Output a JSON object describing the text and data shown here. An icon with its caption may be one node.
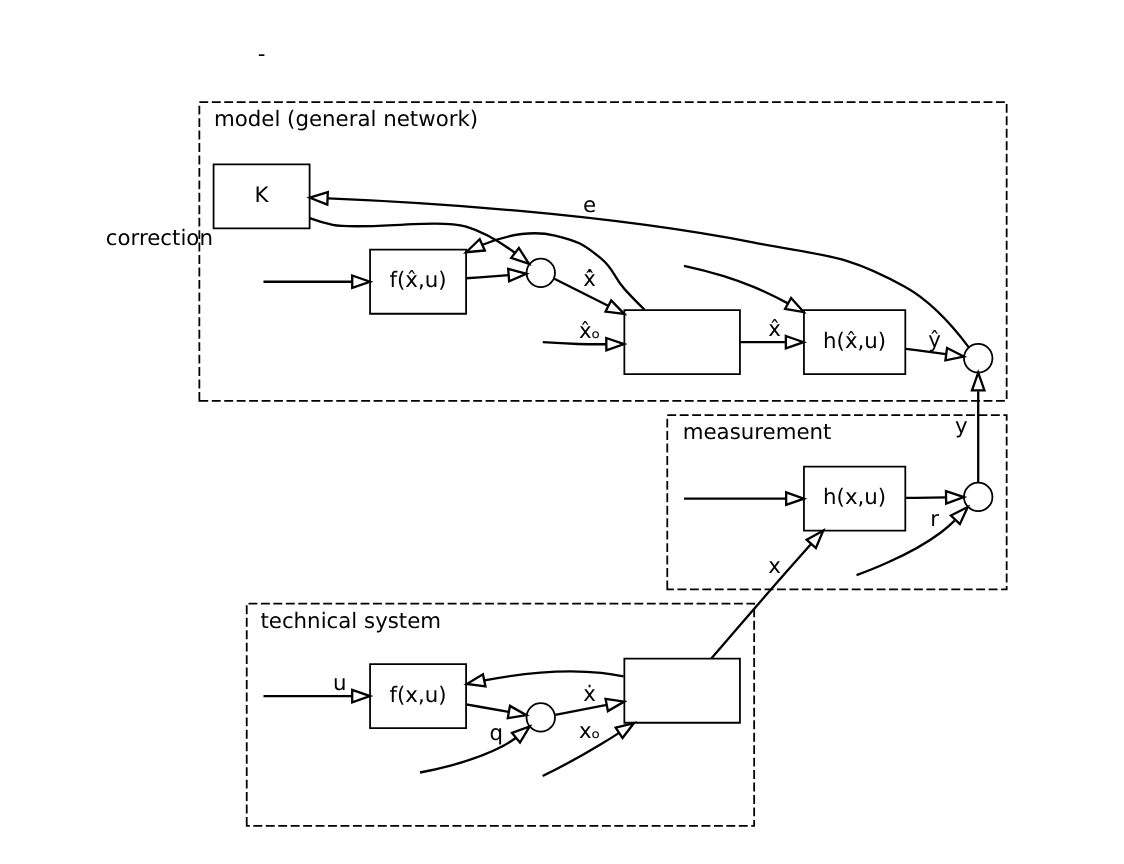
{
  "diagram": {
    "nodes": [
      {
        "text": [
          "technical system"
        ]
      },
      {
        "text": [
          "f(x,u)"
        ],
        "in": 0
      },
      {
        "text": [],
        "shape": "circle",
        "in": 0
      },
      {
        "text": [],
        "shape": "box",
        "in": 0
      },
      {
        "text": [
          "measurement"
        ]
      },
      {
        "text": [
          "h(x,u)"
        ],
        "in": 4
      },
      {
        "text": [],
        "shape": "circle",
        "in": 4
      },
      {
        "text": [
          "model (general network)"
        ]
      },
      {
        "text": [
          "K"
        ],
        "in": 7,
        "beside": [
          "correction"
        ]
      },
      {
        "text": [],
        "shape": "circle",
        "in": 7
      },
      {
        "text": [
          "f(x̂,u)"
        ],
        "in": 7
      },
      {
        "text": [],
        "shape": "circle",
        "in": 7
      },
      {
        "text": [],
        "shape": "box",
        "in": 7
      },
      {
        "text": [
          "h(x̂,u)"
        ],
        "in": 7
      }
    ],
    "edges": [
      {
        "from": null,
        "to": 1,
        "arrow": "to",
        "label": "u"
      },
      {
        "from": null,
        "to": 5,
        "arrow": "to"
      },
      {
        "from": null,
        "to": 10,
        "arrow": "to"
      },
      {
        "from": null,
        "to": 13,
        "arrow": "to"
      },
      {
        "from": 1,
        "to": 2,
        "arrow": "to"
      },
      {
        "from": null,
        "to": 2,
        "arrow": "to",
        "label": "q"
      },
      {
        "from": 2,
        "to": 3,
        "arrow": "to",
        "label": "ẋ"
      },
      {
        "from": null,
        "to": 3,
        "arrow": "to",
        "label": "xₒ"
      },
      {
        "from": 3,
        "to": 5,
        "arrow": "to",
        "label": "x"
      },
      {
        "from": 3,
        "to": 1,
        "arrow": "to"
      },
      {
        "from": 5,
        "to": 6,
        "arrow": "to"
      },
      {
        "from": null,
        "to": 6,
        "arrow": "to",
        "label": "r"
      },
      {
        "from": 6,
        "to": 9,
        "arrow": "to",
        "label": "y"
      },
      {
        "from": 9,
        "to": 8,
        "arrow": "to",
        "label": "e"
      },
      {
        "from": 8,
        "to": 11,
        "arrow": "to"
      },
      {
        "from": 10,
        "to": 11,
        "arrow": "to"
      },
      {
        "from": 11,
        "to": 12,
        "arrow": "to",
        "label": "x̂̇"
      },
      {
        "from": null,
        "to": 12,
        "arrow": "to",
        "label": "x̂ₒ"
      },
      {
        "from": 12,
        "to": 13,
        "arrow": "to",
        "label": "x̂"
      },
      {
        "from": 12,
        "to": 10,
        "arrow": "to"
      },
      {
        "from": 13,
        "to": 9,
        "arrow": "to",
        "label": "ŷ"
      }
    ],
    "labels": [
      "-"
    ]
  }
}
